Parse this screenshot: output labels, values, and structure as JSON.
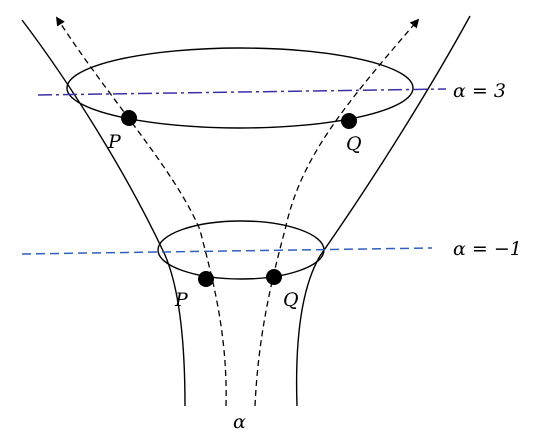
{
  "diagram": {
    "level_top": {
      "label": "α = 3",
      "color": "#3a2fa8",
      "style": "dash-dot"
    },
    "level_bottom": {
      "label": "α = −1",
      "color": "#2f5fc0",
      "style": "dashed"
    },
    "points": {
      "top_left": "P",
      "top_right": "Q",
      "bottom_left": "P",
      "bottom_right": "Q"
    },
    "axis_label": "α",
    "colors": {
      "outline": "#000000",
      "point": "#000000"
    }
  }
}
